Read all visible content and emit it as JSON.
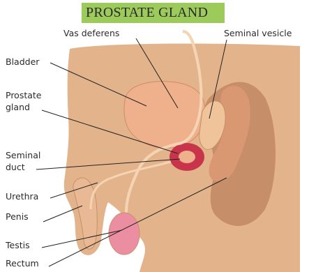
{
  "title": "PROSTATE GLAND",
  "labels": {
    "vas_deferens": "Vas deferens",
    "seminal_vesicle": "Seminal vesicle",
    "bladder": "Bladder",
    "prostate_line1": "Prostate",
    "prostate_line2": "gland",
    "seminal_duct_line1": "Seminal",
    "seminal_duct_line2": "duct",
    "urethra": "Urethra",
    "penis": "Penis",
    "testis": "Testis",
    "rectum": "Rectum"
  },
  "colors": {
    "title_bg": "#9ccb5c",
    "skin": "#e3b48c",
    "skin_dark": "#c78f69",
    "organ": "#efb08c",
    "prostate_red": "#c8354b",
    "rectum": "#d99772"
  }
}
